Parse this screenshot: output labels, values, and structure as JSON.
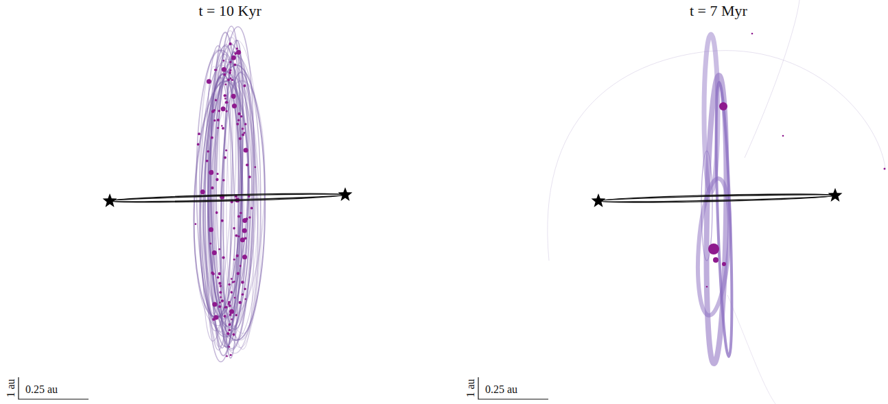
{
  "diagram": {
    "labels": [
      "t = 10 Kyr",
      "1 au",
      "0.25 au",
      "t = 7 Myr",
      "1 au",
      "0.25 au"
    ]
  }
}
